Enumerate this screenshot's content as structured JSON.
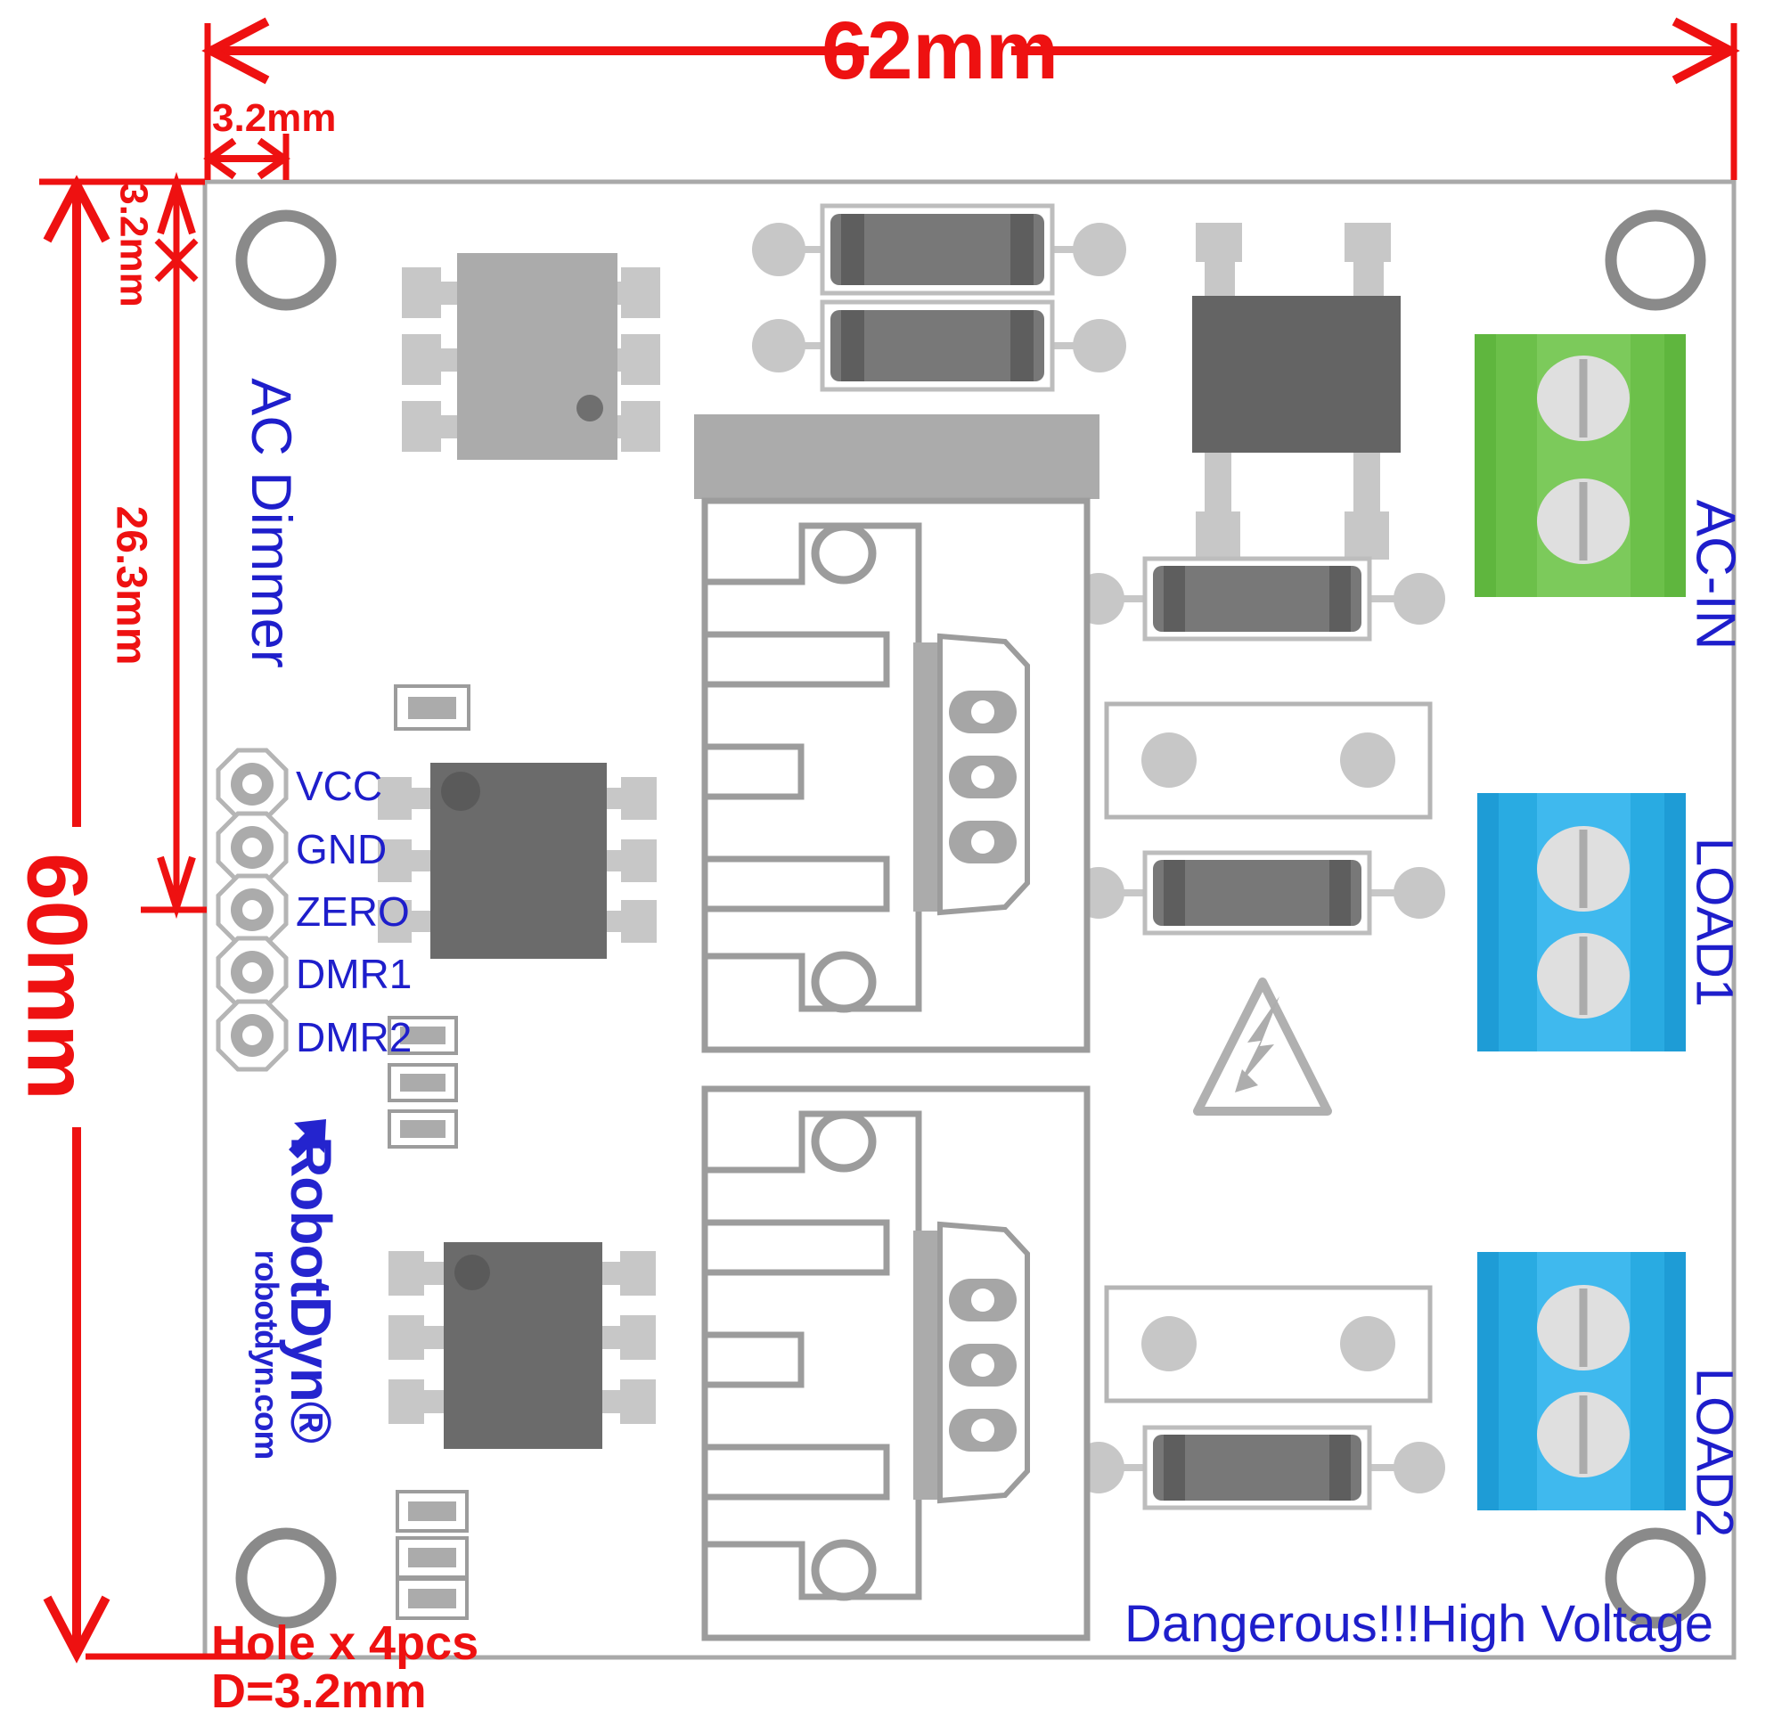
{
  "page": {
    "title": "AC Dimmer module PCB dimension drawing"
  },
  "dimensions": {
    "board_width": "62mm",
    "edge_to_hole_x": "3.2mm",
    "edge_to_hole_y": "3.2mm",
    "hole_to_header": "26.3mm",
    "board_height": "60mm",
    "hole_note_line1": "Hole x 4pcs",
    "hole_note_line2": "D=3.2mm"
  },
  "silkscreen": {
    "title": "AC Dimmer",
    "logo": "RobotDyn®",
    "logo_site": "robotdyn.com",
    "warning": "Dangerous!!!High Voltage"
  },
  "pin_labels": [
    "VCC",
    "GND",
    "ZERO",
    "DMR1",
    "DMR2"
  ],
  "terminals": [
    {
      "label": "AC-IN",
      "color": "#6CC04A"
    },
    {
      "label": "LOAD1",
      "color": "#29ABE2"
    },
    {
      "label": "LOAD2",
      "color": "#29ABE2"
    }
  ],
  "icons": {
    "high_voltage": "lightning-bolt-warning-triangle",
    "logo_arrow": "up-right-arrow"
  },
  "colors": {
    "dimension_red": "#EE1111",
    "silkscreen_blue": "#1E1ECB",
    "terminal_green": "#6CC04A",
    "terminal_blue": "#29ABE2",
    "board_outline": "#A9A9A9",
    "ic_dark": "#6B6B6B",
    "ic_light": "#ABABAB",
    "pad_gray": "#C7C7C7"
  }
}
